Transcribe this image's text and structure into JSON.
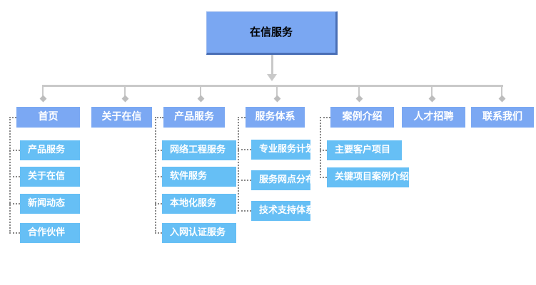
{
  "diagram": {
    "root": {
      "label": "在信服务"
    },
    "branches": [
      {
        "label": "首页",
        "children": [
          {
            "label": "产品服务"
          },
          {
            "label": "关于在信"
          },
          {
            "label": "新闻动态"
          },
          {
            "label": "合作伙伴"
          }
        ]
      },
      {
        "label": "关于在信",
        "children": []
      },
      {
        "label": "产品服务",
        "children": [
          {
            "label": "网络工程服务"
          },
          {
            "label": "软件服务"
          },
          {
            "label": "本地化服务"
          },
          {
            "label": "入网认证服务"
          }
        ]
      },
      {
        "label": "服务体系",
        "children": [
          {
            "label": "专业服务计划"
          },
          {
            "label": "服务网点分布"
          },
          {
            "label": "技术支持体系"
          }
        ]
      },
      {
        "label": "案例介绍",
        "children": [
          {
            "label": "主要客户项目"
          },
          {
            "label": "关键项目案例介绍"
          }
        ]
      },
      {
        "label": "人才招聘",
        "children": []
      },
      {
        "label": "联系我们",
        "children": []
      }
    ],
    "colors": {
      "root_fill": "#7aa7f2",
      "root_border_dark": "#4a6fb5",
      "level1_fill": "#7ba8f3",
      "level2_fill": "#66bff5",
      "connector_line": "#c9c9c9",
      "connector_diamond": "#bdbdbd",
      "dotted_line": "#888888",
      "root_text": "#000000",
      "node_text": "#ffffff"
    }
  }
}
